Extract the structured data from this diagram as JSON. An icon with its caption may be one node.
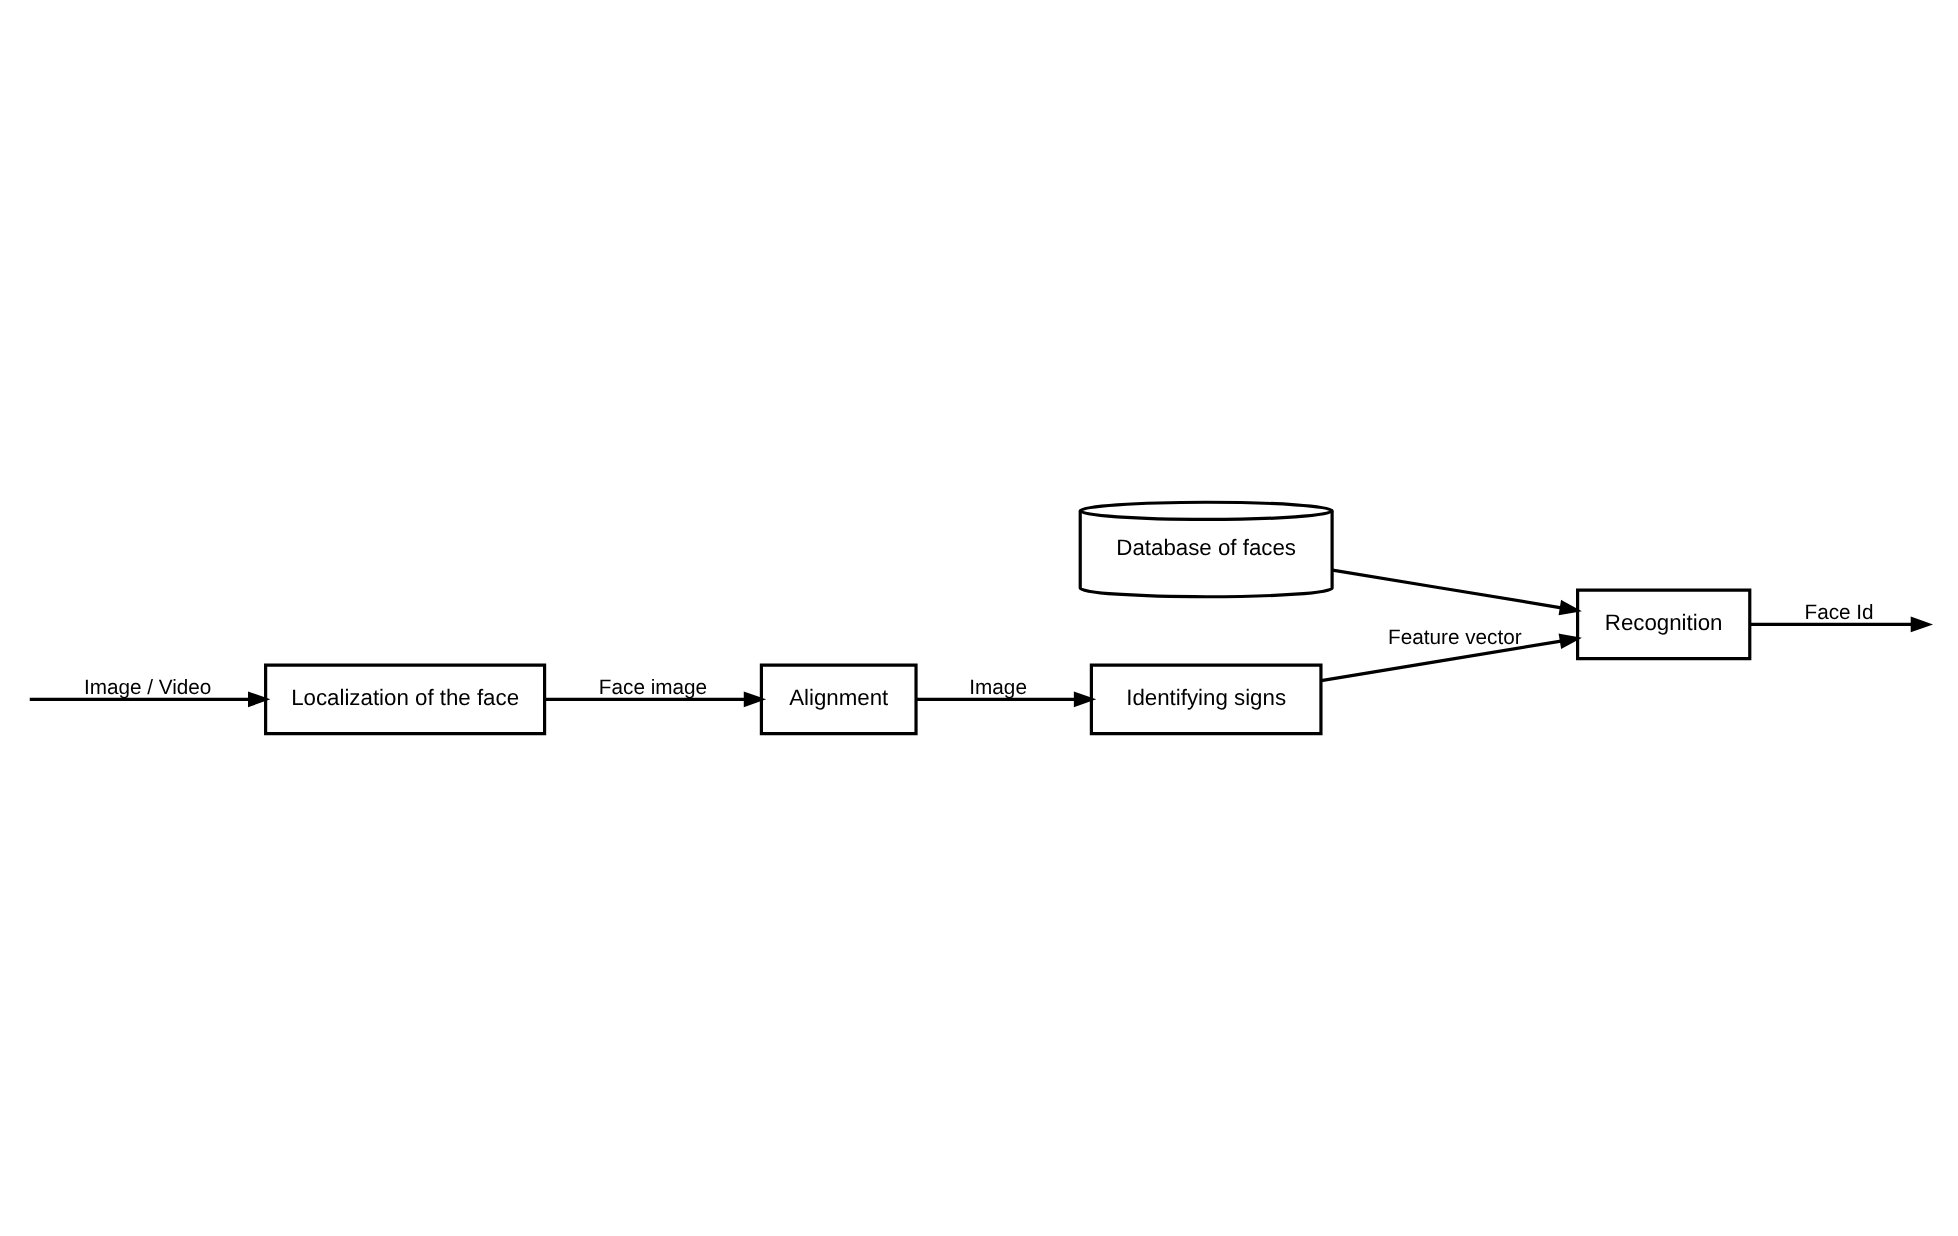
{
  "diagram": {
    "nodes": [
      {
        "text": [
          "Localization of the face"
        ]
      },
      {
        "text": [
          "Alignment"
        ]
      },
      {
        "text": [
          "Identifying signs"
        ]
      },
      {
        "text": [
          "Recognition"
        ]
      },
      {
        "text": [
          "Database of faces"
        ]
      }
    ],
    "edges": [
      {
        "from": null,
        "to": 0,
        "arrow": "to",
        "label": "Image / Video"
      },
      {
        "from": 0,
        "to": 1,
        "arrow": "to",
        "label": "Face image"
      },
      {
        "from": 1,
        "to": 2,
        "arrow": "to",
        "label": "Image"
      },
      {
        "from": 2,
        "to": 3,
        "arrow": "to",
        "label": "Feature vector"
      },
      {
        "from": 3,
        "to": null,
        "arrow": "to",
        "label": "Face Id"
      },
      {
        "from": 4,
        "to": 3,
        "arrow": "to"
      }
    ]
  }
}
